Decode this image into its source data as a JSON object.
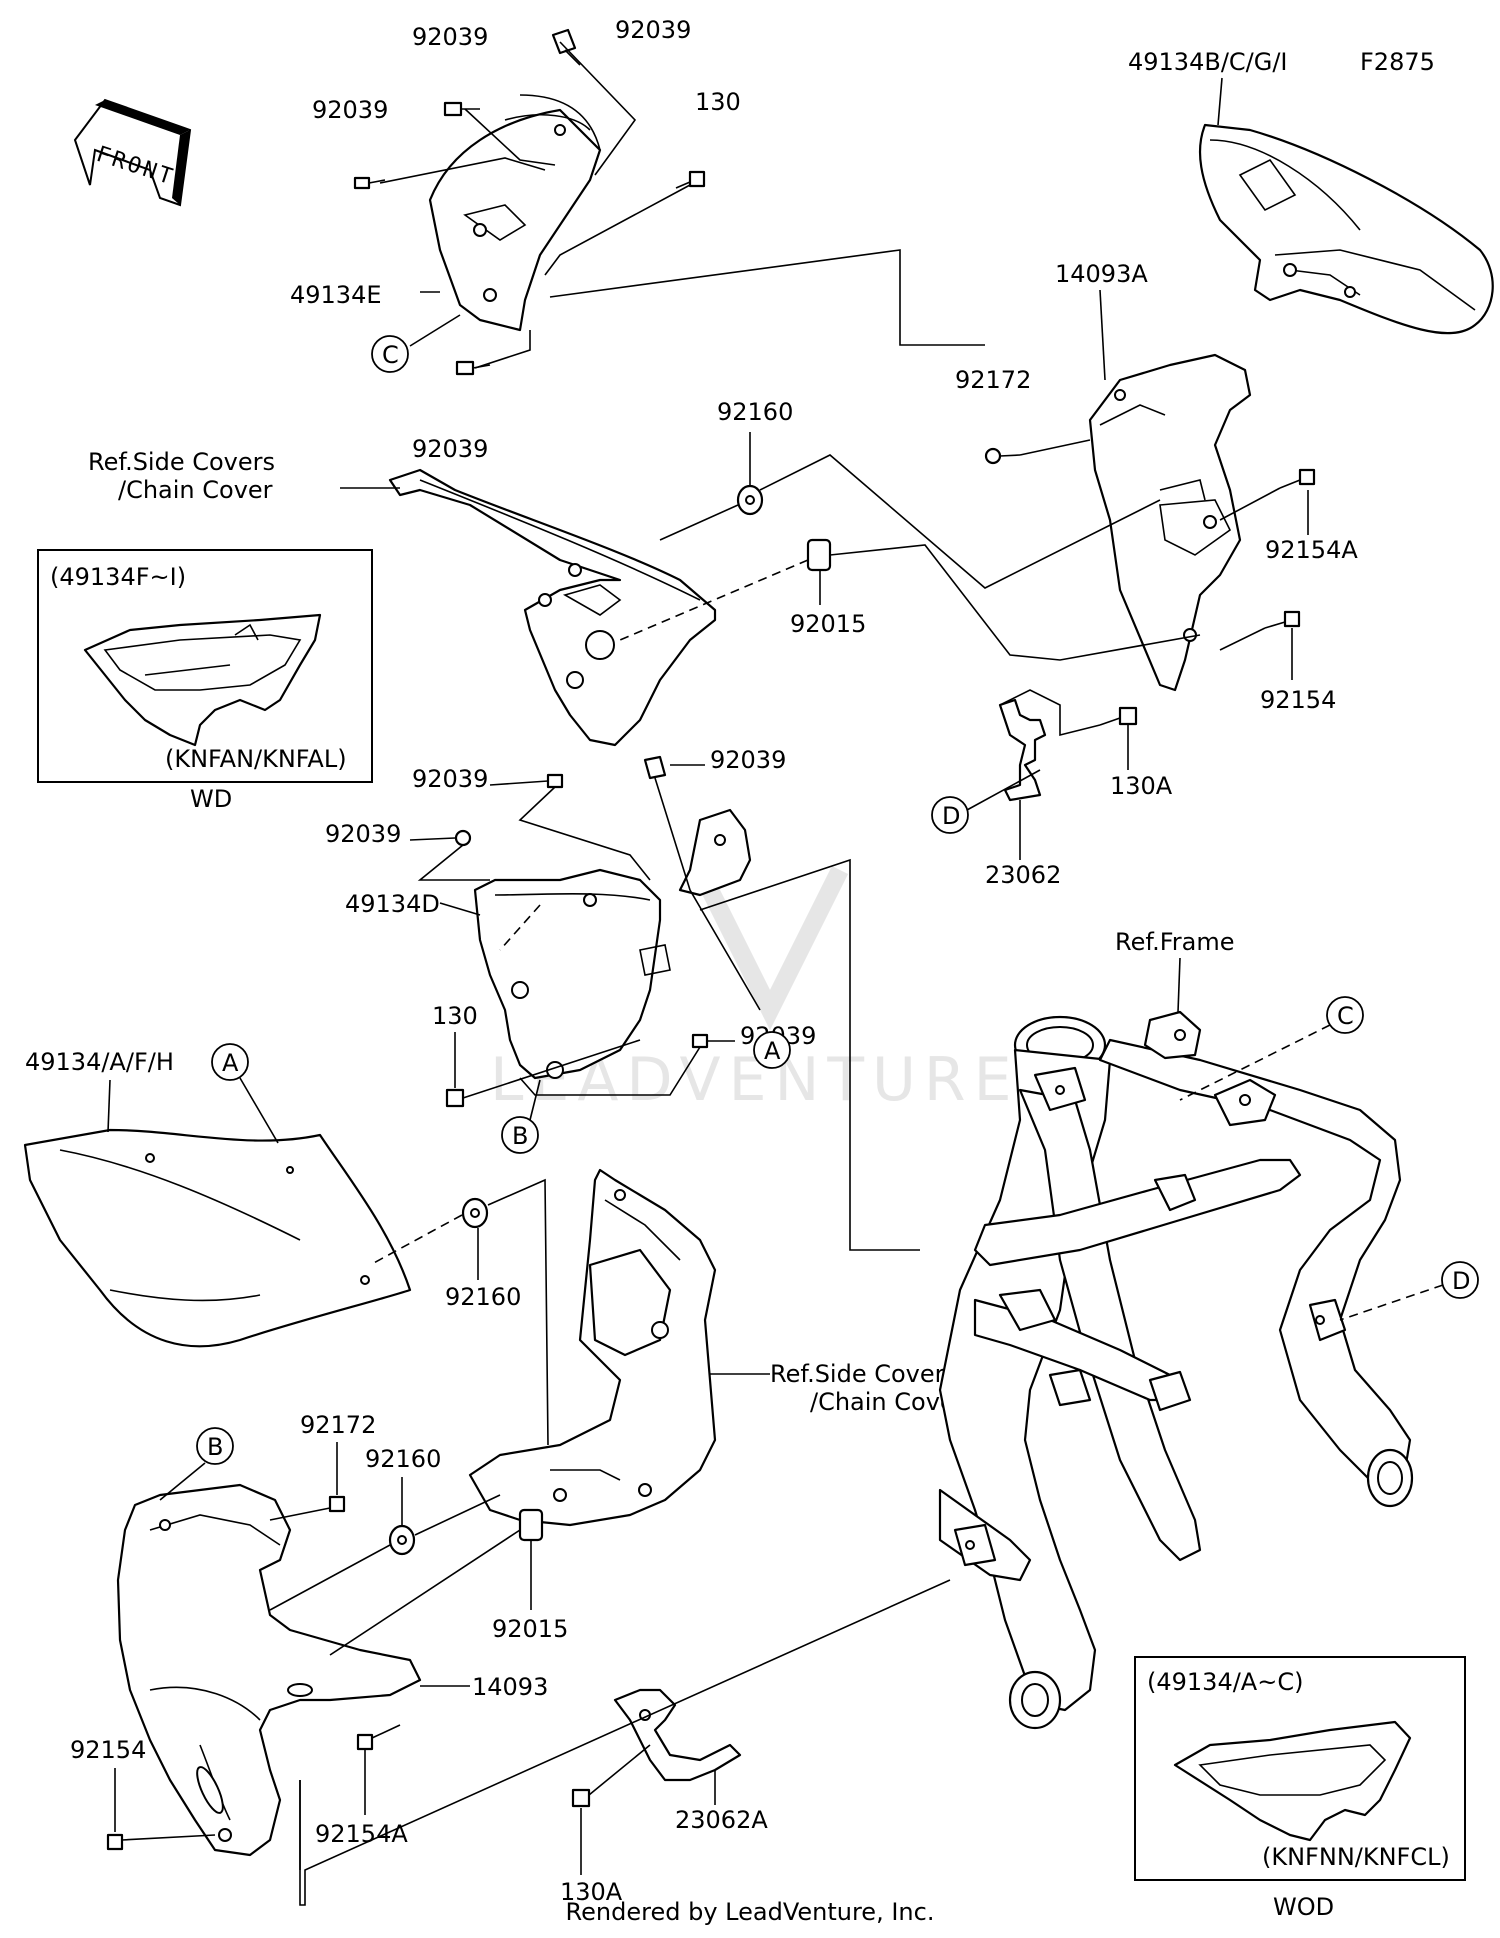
{
  "diagram_code": "F2875",
  "front_arrow": "FRONT",
  "watermark": "LEADVENTURE",
  "footer": "Rendered by LeadVenture, Inc.",
  "parts": {
    "p92039_a": "92039",
    "p92039_b": "92039",
    "p92039_c": "92039",
    "p92039_d": "92039",
    "p92039_e": "92039",
    "p92039_f": "92039",
    "p92039_g": "92039",
    "p130_a": "130",
    "p130_b": "130",
    "p49134E": "49134E",
    "p49134BCGI": "49134B/C/G/I",
    "p14093A": "14093A",
    "p92172_a": "92172",
    "p92172_b": "92172",
    "p92160_a": "92160",
    "p92160_b": "92160",
    "p92160_c": "92160",
    "p92015_a": "92015",
    "p92015_b": "92015",
    "p92154A_a": "92154A",
    "p92154A_b": "92154A",
    "p92154_a": "92154",
    "p92154_b": "92154",
    "p130A_a": "130A",
    "p130A_b": "130A",
    "p23062": "23062",
    "p23062A": "23062A",
    "p49134D": "49134D",
    "p49134AFH": "49134/A/F/H",
    "p14093": "14093"
  },
  "references": {
    "side_covers_1": "Ref.Side Covers",
    "chain_cover_1": "/Chain Cover",
    "side_covers_2": "Ref.Side Covers",
    "chain_cover_2": "/Chain Cover",
    "frame": "Ref.Frame"
  },
  "markers": {
    "A1": "A",
    "A2": "A",
    "B1": "B",
    "B2": "B",
    "C1": "C",
    "C2": "C",
    "D1": "D",
    "D2": "D"
  },
  "insets": {
    "wd": {
      "range": "(49134F~I)",
      "models": "(KNFAN/KNFAL)",
      "caption": "WD"
    },
    "wod": {
      "range": "(49134/A~C)",
      "models": "(KNFNN/KNFCL)",
      "caption": "WOD"
    }
  }
}
